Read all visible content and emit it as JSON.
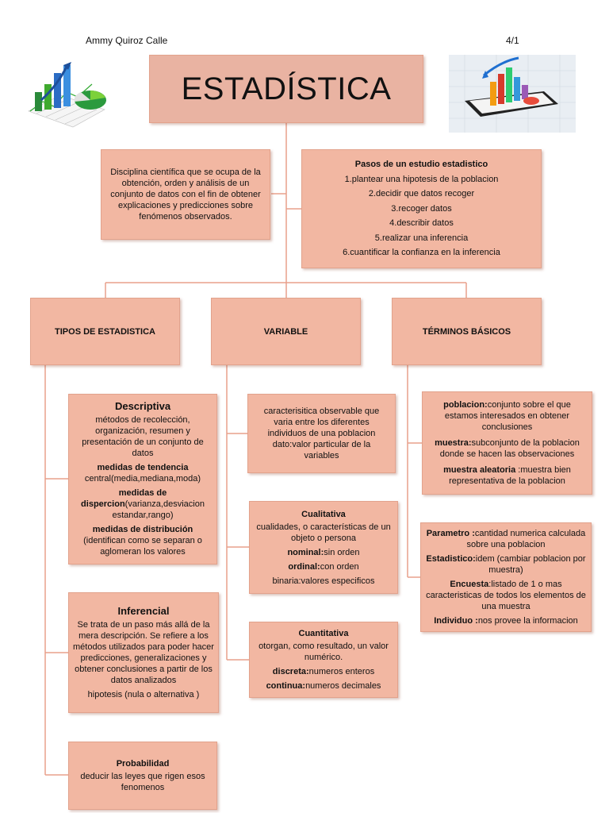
{
  "header": {
    "author": "Ammy Quiroz Calle",
    "page": "4/1"
  },
  "title": "ESTADÍSTICA",
  "definition": "Disciplina científica que se ocupa de la obtención, orden y análisis de un conjunto de datos con el fin de obtener explicaciones y predicciones sobre fenómenos observados.",
  "pasos": {
    "title": "Pasos de un estudio estadistico",
    "items": [
      "1.plantear una hipotesis de la poblacion",
      "2.decidir que datos recoger",
      "3.recoger datos",
      "4.describir datos",
      "5.realizar una inferencia",
      "6.cuantificar la confianza en la inferencia"
    ]
  },
  "categories": {
    "tipos": "TIPOS DE ESTADISTICA",
    "variable": "VARIABLE",
    "terminos": "TÉRMINOS BÁSICOS"
  },
  "descriptiva": {
    "title": "Descriptiva",
    "text": "métodos de recolección, organización, resumen y presentación de un conjunto de datos",
    "tendencia_label": "medidas de tendencia",
    "tendencia_text": "central(media,mediana,moda)",
    "dispercion_label_1": "medidas de",
    "dispercion_label_2": "dispercion",
    "dispercion_text": "(varianza,desviacion estandar,rango)",
    "distribucion_label": "medidas de distribución",
    "distribucion_text": "(identifican como se separan o aglomeran los valores"
  },
  "inferencial": {
    "title": "Inferencial",
    "text": "Se trata de un paso más allá de la mera descripción. Se refiere a los métodos utilizados para poder hacer predicciones, generalizaciones y obtener conclusiones a partir de los datos analizados",
    "hipotesis": "hipotesis (nula o alternativa )"
  },
  "probabilidad": {
    "title": "Probabilidad",
    "text": "deducir las leyes que rigen esos fenomenos"
  },
  "variable_def": {
    "text": "caracterisitica observable que varia entre los diferentes individuos de una poblacion",
    "dato": "dato:valor particular de la variables"
  },
  "cualitativa": {
    "title": "Cualitativa",
    "text": "cualidades, o características de un objeto o persona",
    "nominal_label": "nominal:",
    "nominal_text": "sin  orden",
    "ordinal_label": "ordinal:",
    "ordinal_text": "con orden",
    "binaria": "binaria:valores especificos"
  },
  "cuantitativa": {
    "title": "Cuantitativa",
    "text": "otorgan, como resultado, un valor numérico.",
    "discreta_label": "discreta:",
    "discreta_text": "numeros enteros",
    "continua_label": "continua:",
    "continua_text": "numeros decimales"
  },
  "terminos1": {
    "poblacion_label": "poblacion:",
    "poblacion_text": "conjunto sobre el que estamos interesados en obtener conclusiones",
    "muestra_label": "muestra:",
    "muestra_text": "subconjunto de la poblacion donde se hacen las observaciones",
    "aleatoria_label": "muestra aleatoria",
    "aleatoria_text": " :muestra bien representativa de la poblacion"
  },
  "terminos2": {
    "parametro_label": "Parametro :",
    "parametro_text": "cantidad numerica calculada sobre una poblacion",
    "estadistico_label": "Estadistico:",
    "estadistico_text": "idem (cambiar poblacion por muestra)",
    "encuesta_label": "Encuesta",
    "encuesta_text": ":listado de 1 o mas caracteristicas de todos los elementos de una muestra",
    "individuo_label": "Individuo :",
    "individuo_text": "nos provee la informacion"
  },
  "colors": {
    "box_fill": "#f2b7a2",
    "title_fill": "#e9b3a2",
    "connector": "#e8a08c"
  },
  "icons": [
    "chart-pie-icon",
    "tablet-chart-icon"
  ]
}
